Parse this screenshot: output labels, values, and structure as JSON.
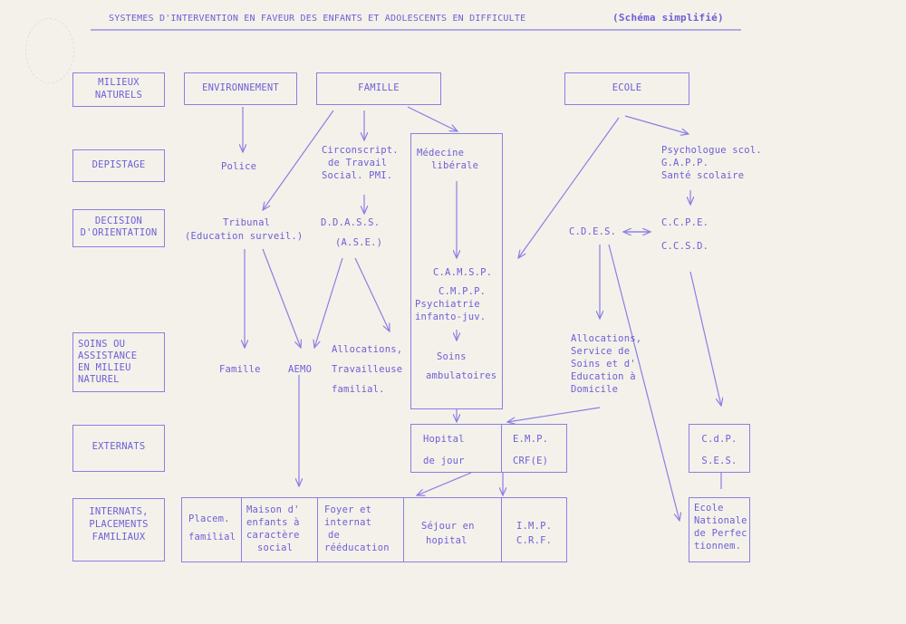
{
  "title": "SYSTEMES D'INTERVENTION EN FAVEUR DES ENFANTS ET ADOLESCENTS EN DIFFICULTE",
  "subtitle": "(Schéma simplifié)",
  "colors": {
    "ink": "#6d5fd6",
    "line": "#8b7fe3",
    "paper": "#f4f1ea"
  },
  "rows": {
    "milieux": [
      "MILIEUX",
      "NATURELS"
    ],
    "depistage": "DEPISTAGE",
    "decision": [
      "DECISION",
      "D'ORIENTATION"
    ],
    "soins": [
      "SOINS OU",
      "ASSISTANCE",
      "EN MILIEU",
      "NATUREL"
    ],
    "externats": "EXTERNATS",
    "internats": [
      "INTERNATS,",
      "PLACEMENTS",
      "FAMILIAUX"
    ]
  },
  "top": {
    "environnement": "ENVIRONNEMENT",
    "famille": "FAMILLE",
    "ecole": "ECOLE"
  },
  "nodes": {
    "police": "Police",
    "circonscript": [
      "Circonscript.",
      "de Travail",
      "Social. PMI."
    ],
    "medecine": [
      "Médecine",
      "libérale"
    ],
    "psychologue": [
      "Psychologue scol.",
      "G.A.P.P.",
      "Santé scolaire"
    ],
    "tribunal": [
      "Tribunal",
      "(Education surveil.)"
    ],
    "ddass": [
      "D.D.A.S.S.",
      "(A.S.E.)"
    ],
    "cdes": "C.D.E.S.",
    "ccpe": [
      "C.C.P.E.",
      "C.C.S.D."
    ],
    "camsp": [
      "C.A.M.S.P.",
      "C.M.P.P.",
      "Psychiatrie",
      "infanto-juv."
    ],
    "soins_ambu": [
      "Soins",
      "ambulatoires"
    ],
    "famille_soins": "Famille",
    "aemo": "AEMO",
    "allocations1": [
      "Allocations,",
      "Travailleuse",
      "familial."
    ],
    "allocations2": [
      "Allocations,",
      "Service de",
      "Soins et d'",
      "Education à",
      "Domicile"
    ],
    "hopital_jour": [
      "Hopital",
      "de jour"
    ],
    "emp": [
      "E.M.P.",
      "CRF(E)"
    ],
    "cdp": [
      "C.d.P.",
      "S.E.S."
    ],
    "placem": [
      "Placem.",
      "familial"
    ],
    "maison": [
      "Maison d'",
      "enfants à",
      "caractère",
      "social"
    ],
    "foyer": [
      "Foyer et",
      "internat",
      "de",
      "rééducation"
    ],
    "sejour": [
      "Séjour en",
      "hopital"
    ],
    "imp": [
      "I.M.P.",
      "C.R.F."
    ],
    "ecole_nat": [
      "Ecole",
      "Nationale",
      "de Perfec",
      "tionnem."
    ]
  }
}
